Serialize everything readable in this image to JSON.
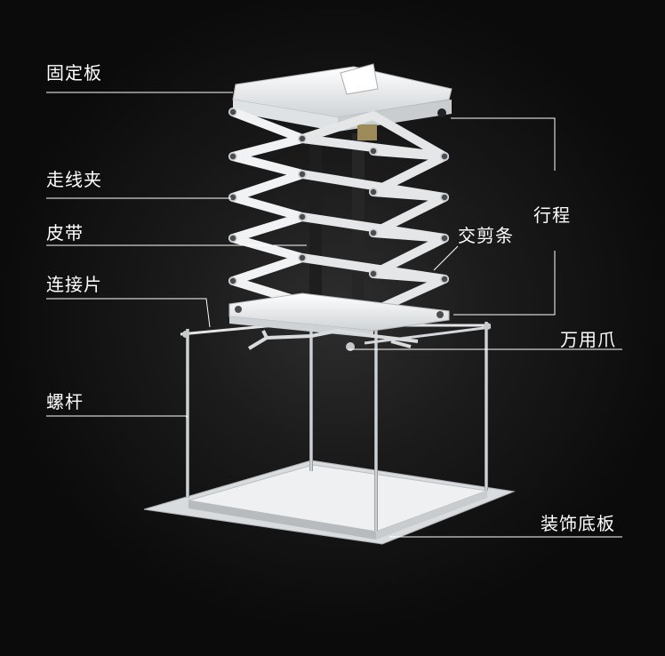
{
  "labels": {
    "mounting_plate": "固定板",
    "wire_clip": "走线夹",
    "belt": "皮带",
    "connector_piece": "连接片",
    "scissor_arm": "交剪条",
    "travel": "行程",
    "universal_claw": "万用爪",
    "screw_rod": "螺杆",
    "decorative_base_plate": "装饰底板"
  },
  "colors": {
    "background": "#0d0d0d",
    "text": "#ffffff",
    "leader_line": "#ffffff",
    "metal": "#e6e8ea"
  }
}
